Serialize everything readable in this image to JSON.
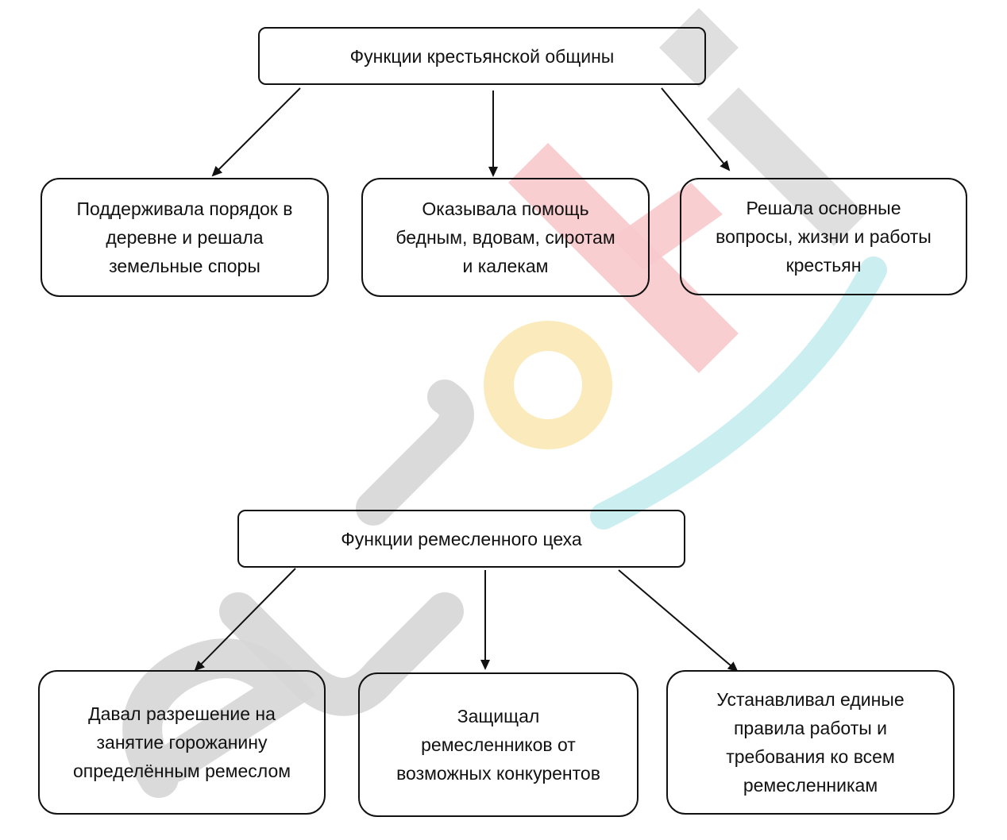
{
  "diagram": {
    "peasant": {
      "title": "Функции крестьянской общины",
      "children": [
        "Поддерживала порядок в\nдеревне и решала\nземельные споры",
        "Оказывала помощь\nбедным, вдовам, сиротам\nи калекам",
        "Решала основные\nвопросы, жизни и работы\nкрестьян"
      ]
    },
    "guild": {
      "title": "Функции ремесленного цеха",
      "children": [
        "Давал разрешение на\nзанятие горожанину\nопределённым ремеслом",
        "Защищал\nремесленников от\nвозможных конкурентов",
        "Устанавливал единые\nправила работы и\nтребования ко всем\nремесленникам"
      ]
    }
  },
  "watermark": {
    "text": "euroki",
    "colors": {
      "gray": "#d6d6d6",
      "red": "#f7c9cc",
      "yellow": "#fbeab8",
      "cyan": "#c5ecef"
    }
  },
  "colors": {
    "stroke": "#111111",
    "background": "#ffffff"
  }
}
